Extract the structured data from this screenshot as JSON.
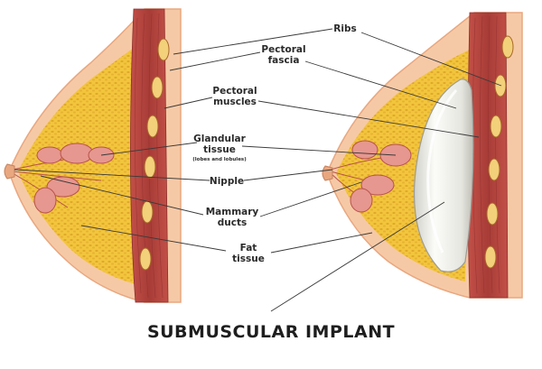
{
  "title": "SUBMUSCULAR IMPLANT",
  "labels": {
    "ribs": "Ribs",
    "pectoral_fascia_1": "Pectoral",
    "pectoral_fascia_2": "fascia",
    "pectoral_muscles_1": "Pectoral",
    "pectoral_muscles_2": "muscles",
    "glandular_1": "Glandular",
    "glandular_2": "tissue",
    "glandular_note": "(lobes and lobules)",
    "nipple": "Nipple",
    "mammary_1": "Mammary",
    "mammary_2": "ducts",
    "fat_1": "Fat",
    "fat_2": "tissue"
  },
  "colors": {
    "skin": "#f6c9a6",
    "skin_edge": "#e9a77f",
    "fat": "#f2c53d",
    "fat_dot": "#e0a92a",
    "muscle": "#b5443e",
    "muscle_dark": "#8e2f2c",
    "rib": "#f3d07a",
    "gland": "#e6978f",
    "gland_edge": "#b8524c",
    "implant": "#f2f2ee",
    "implant_shade": "#c9c9c2"
  }
}
